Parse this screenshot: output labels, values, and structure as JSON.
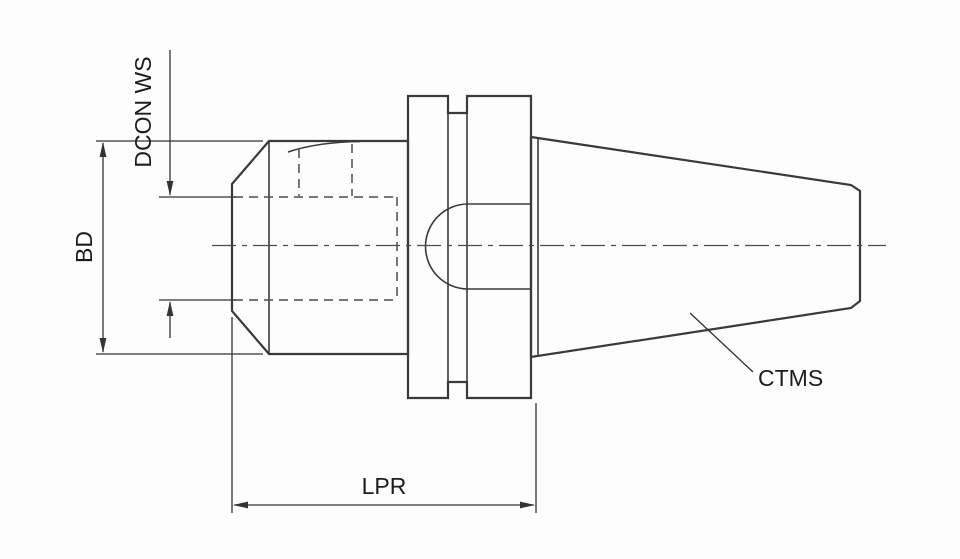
{
  "drawing": {
    "name": "tool-holder-technical-drawing",
    "view": "side view of CNC taper tool holder (body, V-flange, taper shank)",
    "labels": {
      "dcon_ws": "DCON WS",
      "bd": "BD",
      "lpr": "LPR",
      "ctms": "CTMS"
    },
    "colors": {
      "background": "#fdfdfd",
      "outline": "#3a3a3a",
      "hidden_line": "#4d4d4d",
      "centerline": "#4d4d4d",
      "dimension_line": "#333333",
      "label_text": "#1c1c1c",
      "part_fill_light": "#efefef",
      "part_fill_dark": "#ababab",
      "slot_fill": "#b0b0b0"
    }
  }
}
